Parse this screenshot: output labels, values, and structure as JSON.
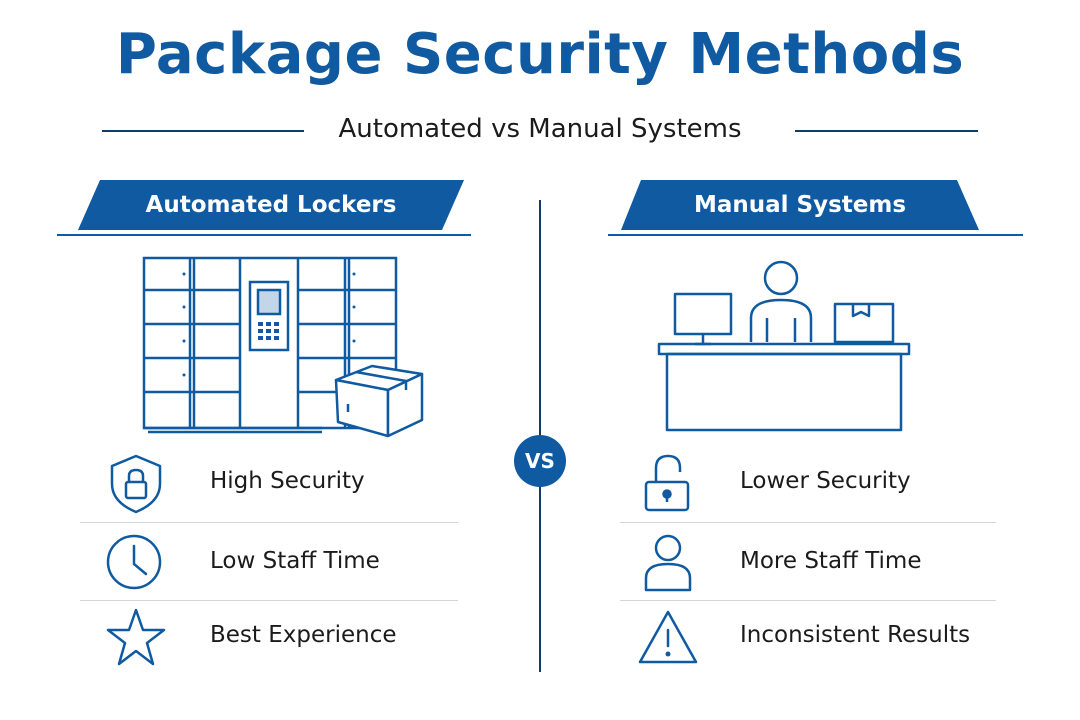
{
  "header": {
    "title": "Package Security Methods",
    "subtitle": "Automated vs Manual Systems"
  },
  "vs_label": "VS",
  "left": {
    "heading": "Automated Lockers",
    "features": [
      {
        "label": "High Security",
        "icon": "shield-lock-icon"
      },
      {
        "label": "Low Staff Time",
        "icon": "clock-icon"
      },
      {
        "label": "Best Experience",
        "icon": "star-icon"
      }
    ]
  },
  "right": {
    "heading": "Manual Systems",
    "features": [
      {
        "label": "Lower Security",
        "icon": "unlocked-padlock-icon"
      },
      {
        "label": "More Staff Time",
        "icon": "person-icon"
      },
      {
        "label": "Inconsistent Results",
        "icon": "warning-icon"
      }
    ]
  },
  "colors": {
    "primary": "#0f5aa0",
    "dark": "#123a6b",
    "text": "#1b1b1b",
    "separator": "#d2d5da"
  }
}
